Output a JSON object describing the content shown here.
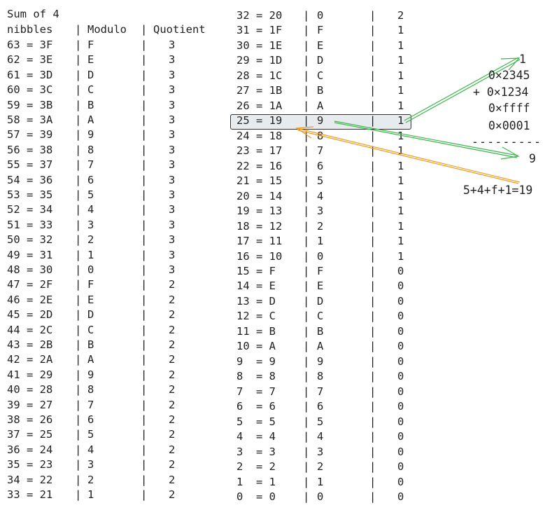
{
  "left_table": {
    "title": "Sum of 4",
    "headers": [
      "nibbles",
      "Modulo",
      "Quotient"
    ],
    "rows": [
      [
        "63 = 3F",
        "F",
        "3"
      ],
      [
        "62 = 3E",
        "E",
        "3"
      ],
      [
        "61 = 3D",
        "D",
        "3"
      ],
      [
        "60 = 3C",
        "C",
        "3"
      ],
      [
        "59 = 3B",
        "B",
        "3"
      ],
      [
        "58 = 3A",
        "A",
        "3"
      ],
      [
        "57 = 39",
        "9",
        "3"
      ],
      [
        "56 = 38",
        "8",
        "3"
      ],
      [
        "55 = 37",
        "7",
        "3"
      ],
      [
        "54 = 36",
        "6",
        "3"
      ],
      [
        "53 = 35",
        "5",
        "3"
      ],
      [
        "52 = 34",
        "4",
        "3"
      ],
      [
        "51 = 33",
        "3",
        "3"
      ],
      [
        "50 = 32",
        "2",
        "3"
      ],
      [
        "49 = 31",
        "1",
        "3"
      ],
      [
        "48 = 30",
        "0",
        "3"
      ],
      [
        "47 = 2F",
        "F",
        "2"
      ],
      [
        "46 = 2E",
        "E",
        "2"
      ],
      [
        "45 = 2D",
        "D",
        "2"
      ],
      [
        "44 = 2C",
        "C",
        "2"
      ],
      [
        "43 = 2B",
        "B",
        "2"
      ],
      [
        "42 = 2A",
        "A",
        "2"
      ],
      [
        "41 = 29",
        "9",
        "2"
      ],
      [
        "40 = 28",
        "8",
        "2"
      ],
      [
        "39 = 27",
        "7",
        "2"
      ],
      [
        "38 = 26",
        "6",
        "2"
      ],
      [
        "37 = 25",
        "5",
        "2"
      ],
      [
        "36 = 24",
        "4",
        "2"
      ],
      [
        "35 = 23",
        "3",
        "2"
      ],
      [
        "34 = 22",
        "2",
        "2"
      ],
      [
        "33 = 21",
        "1",
        "2"
      ]
    ]
  },
  "right_table": {
    "rows": [
      [
        "32 = 20",
        "0",
        "2"
      ],
      [
        "31 = 1F",
        "F",
        "1"
      ],
      [
        "30 = 1E",
        "E",
        "1"
      ],
      [
        "29 = 1D",
        "D",
        "1"
      ],
      [
        "28 = 1C",
        "C",
        "1"
      ],
      [
        "27 = 1B",
        "B",
        "1"
      ],
      [
        "26 = 1A",
        "A",
        "1"
      ],
      [
        "25 = 19",
        "9",
        "1"
      ],
      [
        "24 = 18",
        "8",
        "1"
      ],
      [
        "23 = 17",
        "7",
        "1"
      ],
      [
        "22 = 16",
        "6",
        "1"
      ],
      [
        "21 = 15",
        "5",
        "1"
      ],
      [
        "20 = 14",
        "4",
        "1"
      ],
      [
        "19 = 13",
        "3",
        "1"
      ],
      [
        "18 = 12",
        "2",
        "1"
      ],
      [
        "17 = 11",
        "1",
        "1"
      ],
      [
        "16 = 10",
        "0",
        "1"
      ],
      [
        "15 = F",
        "F",
        "0"
      ],
      [
        "14 = E",
        "E",
        "0"
      ],
      [
        "13 = D",
        "D",
        "0"
      ],
      [
        "12 = C",
        "C",
        "0"
      ],
      [
        "11 = B",
        "B",
        "0"
      ],
      [
        "10 = A",
        "A",
        "0"
      ],
      [
        "9  = 9",
        "9",
        "0"
      ],
      [
        "8  = 8",
        "8",
        "0"
      ],
      [
        "7  = 7",
        "7",
        "0"
      ],
      [
        "6  = 6",
        "6",
        "0"
      ],
      [
        "5  = 5",
        "5",
        "0"
      ],
      [
        "4  = 4",
        "4",
        "0"
      ],
      [
        "3  = 3",
        "3",
        "0"
      ],
      [
        "2  = 2",
        "2",
        "0"
      ],
      [
        "1  = 1",
        "1",
        "0"
      ],
      [
        "0  = 0",
        "0",
        "0"
      ]
    ],
    "highlighted_row": 7
  },
  "annotation": {
    "carry": "1",
    "line1": "0×2345",
    "line2": "+ 0×1234",
    "line3": "0×ffff",
    "line4": "0×0001",
    "rule": "---------",
    "result": "9",
    "sum_note": "5+4+f+1=19"
  },
  "colors": {
    "green": "#3cb64a",
    "orange": "#f39a1e",
    "highlight": "#e8ebee"
  }
}
